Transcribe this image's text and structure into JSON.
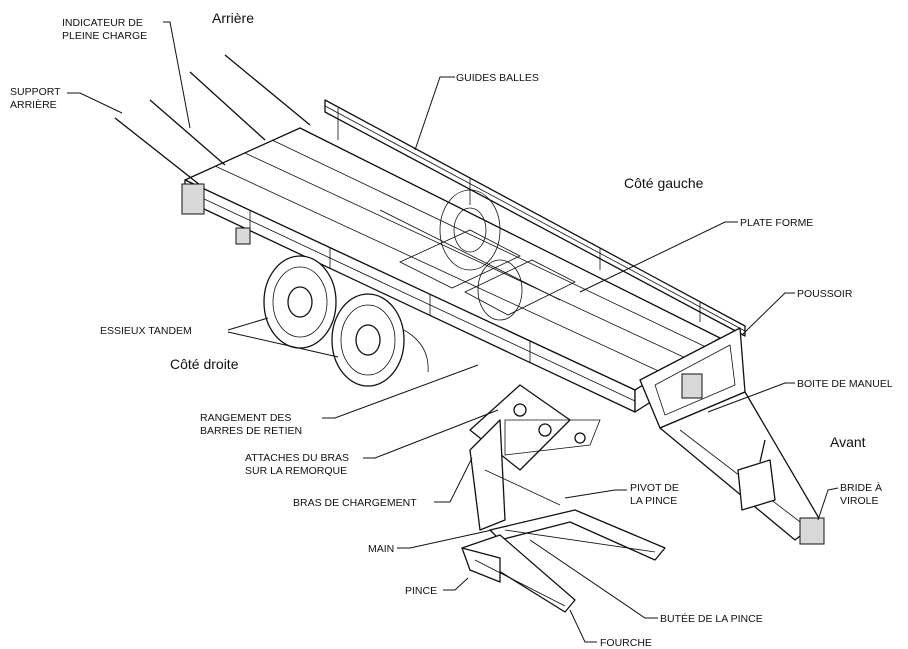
{
  "sides": {
    "rear": "Arrière",
    "left": "Côté gauche",
    "right": "Côté droite",
    "front": "Avant"
  },
  "labels": {
    "full_load_1": "INDICATEUR DE",
    "full_load_2": "PLEINE CHARGE",
    "rear_support_1": "SUPPORT",
    "rear_support_2": "ARRIÈRE",
    "bale_guides": "GUIDES BALLES",
    "platform": "PLATE FORME",
    "pusher": "POUSSOIR",
    "tandem_axles": "ESSIEUX TANDEM",
    "manual_box": "BOITE DE MANUEL",
    "storage_1": "RANGEMENT DES",
    "storage_2": "BARRES DE RETIEN",
    "arm_attach_1": "ATTACHES DU BRAS",
    "arm_attach_2": "SUR LA REMORQUE",
    "loading_arm": "BRAS DE CHARGEMENT",
    "clamp_pivot_1": "PIVOT DE",
    "clamp_pivot_2": "LA PINCE",
    "hitch_1": "BRIDE À",
    "hitch_2": "VIROLE",
    "hand": "MAIN",
    "clamp": "PINCE",
    "clamp_stop": "BUTÉE DE LA PINCE",
    "fork": "FOURCHE"
  }
}
